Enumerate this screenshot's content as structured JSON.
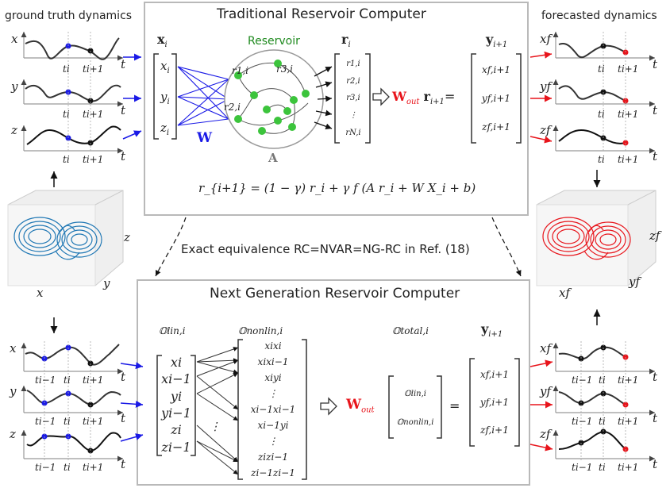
{
  "labels": {
    "ground_truth": "ground truth dynamics",
    "forecasted": "forecasted dynamics",
    "trc_title": "Traditional Reservoir Computer",
    "ngrc_title": "Next Generation Reservoir Computer",
    "equivalence": "Exact equivalence RC=NVAR=NG-RC in Ref. (18)",
    "reservoir": "Reservoir",
    "A": "A",
    "W": "W",
    "W_out": "W",
    "W_out_sub": "out"
  },
  "trc": {
    "input_header": "x",
    "input_header_sub": "i",
    "inputs": [
      "x",
      "y",
      "z"
    ],
    "input_sub": "i",
    "state_header": "r",
    "state_header_sub": "i",
    "states": [
      "r1,i",
      "r2,i",
      "r3,i",
      "⋮",
      "rN,i"
    ],
    "node_labels": [
      "r1,i",
      "r3,i",
      "r2,i"
    ],
    "output_header": "y",
    "output_header_sub": "i+1",
    "outputs": [
      "xf,i+1",
      "yf,i+1",
      "zf,i+1"
    ],
    "readout_vec": "r",
    "readout_vec_sub": "i+1",
    "equation": "r_{i+1} = (1 − γ) r_i + γ f (A r_i + W X_i + b)"
  },
  "ngrc": {
    "lin_header": "𝕆lin,i",
    "nonlin_header": "𝕆nonlin,i",
    "total_header": "𝕆total,i",
    "output_header": "y",
    "output_header_sub": "i+1",
    "lin_items": [
      "xi",
      "xi−1",
      "yi",
      "yi−1",
      "zi",
      "zi−1"
    ],
    "nonlin_items": [
      "xixi",
      "xixi−1",
      "xiyi",
      "⋮",
      "xi−1xi−1",
      "xi−1yi",
      "⋮",
      "zizi−1",
      "zi−1zi−1"
    ],
    "total_items": [
      "𝕆lin,i",
      "𝕆nonlin,i"
    ],
    "outputs": [
      "xf,i+1",
      "yf,i+1",
      "zf,i+1"
    ],
    "dots": "⋮"
  },
  "plots": {
    "gt_axes": [
      "x",
      "y",
      "z"
    ],
    "fc_axes": [
      "xf",
      "yf",
      "zf"
    ],
    "t": "t",
    "ticks_top": [
      "ti",
      "ti+1"
    ],
    "ticks_bottom": [
      "ti−1",
      "ti",
      "ti+1"
    ],
    "attractor_gt_axes": [
      "x",
      "y",
      "z"
    ],
    "attractor_fc_axes": [
      "xf",
      "yf",
      "zf"
    ]
  },
  "colors": {
    "box_border": "#b9b9b9",
    "blue": "#1a1ae6",
    "red": "#e8141b",
    "green": "#1f8a1f",
    "node": "#3cc43c",
    "attractor_gt": "#1f77b4",
    "attractor_fc": "#e8141b"
  }
}
